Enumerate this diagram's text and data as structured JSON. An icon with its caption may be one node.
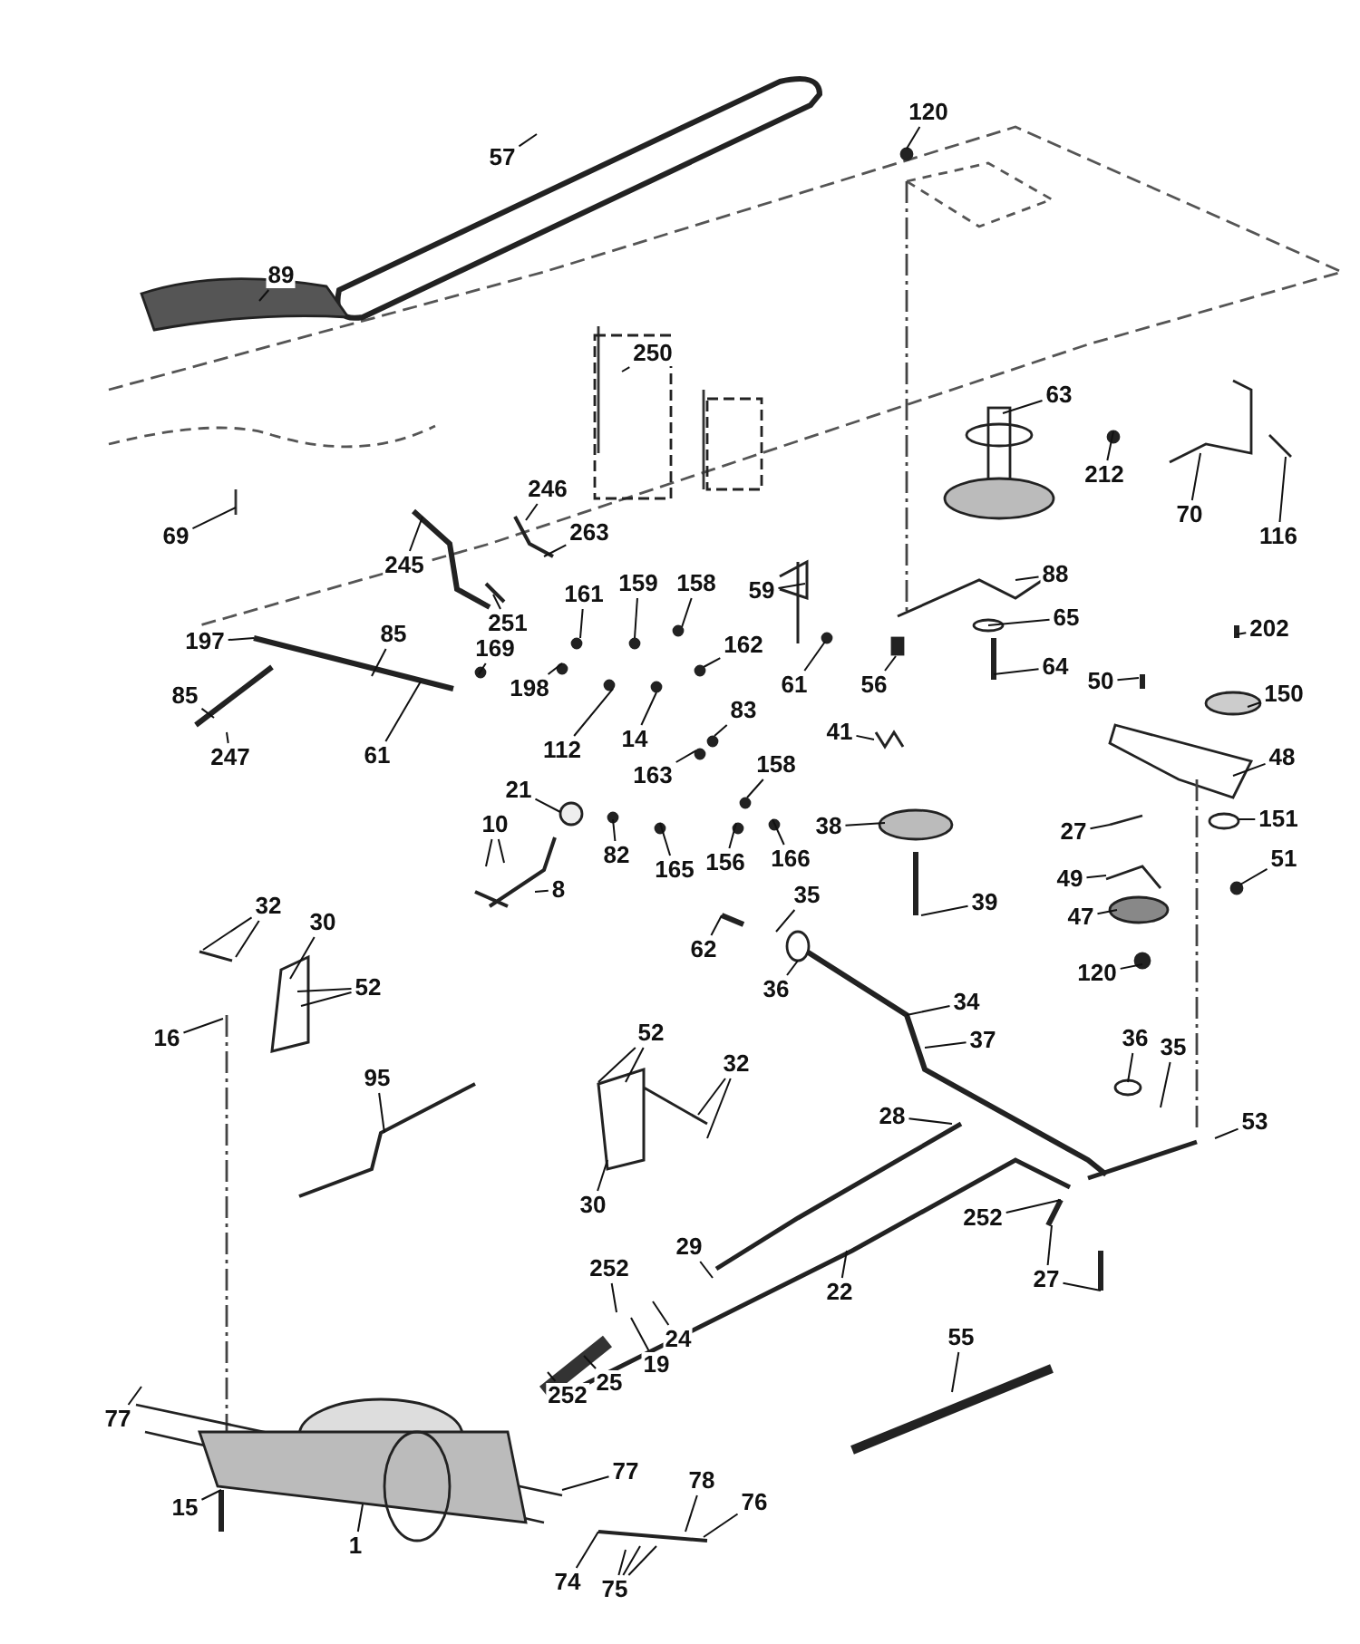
{
  "diagram": {
    "nodes": [
      {
        "text": [
          "57"
        ]
      },
      {
        "text": [
          "120"
        ]
      },
      {
        "text": [
          "89"
        ]
      },
      {
        "text": [
          "250"
        ]
      },
      {
        "text": [
          "63"
        ]
      },
      {
        "text": [
          "212"
        ]
      },
      {
        "text": [
          "70"
        ]
      },
      {
        "text": [
          "116"
        ]
      },
      {
        "text": [
          "69"
        ]
      },
      {
        "text": [
          "246"
        ]
      },
      {
        "text": [
          "263"
        ]
      },
      {
        "text": [
          "245"
        ]
      },
      {
        "text": [
          "59"
        ]
      },
      {
        "text": [
          "88"
        ]
      },
      {
        "text": [
          "65"
        ]
      },
      {
        "text": [
          "64"
        ]
      },
      {
        "text": [
          "197"
        ]
      },
      {
        "text": [
          "85"
        ]
      },
      {
        "text": [
          "251"
        ]
      },
      {
        "text": [
          "161"
        ]
      },
      {
        "text": [
          "159"
        ]
      },
      {
        "text": [
          "158"
        ]
      },
      {
        "text": [
          "162"
        ]
      },
      {
        "text": [
          "169"
        ]
      },
      {
        "text": [
          "198"
        ]
      },
      {
        "text": [
          "61"
        ]
      },
      {
        "text": [
          "56"
        ]
      },
      {
        "text": [
          "41"
        ]
      },
      {
        "text": [
          "50"
        ]
      },
      {
        "text": [
          "202"
        ]
      },
      {
        "text": [
          "150"
        ]
      },
      {
        "text": [
          "48"
        ]
      },
      {
        "text": [
          "85"
        ]
      },
      {
        "text": [
          "247"
        ]
      },
      {
        "text": [
          "61"
        ]
      },
      {
        "text": [
          "112"
        ]
      },
      {
        "text": [
          "14"
        ]
      },
      {
        "text": [
          "83"
        ]
      },
      {
        "text": [
          "163"
        ]
      },
      {
        "text": [
          "21"
        ]
      },
      {
        "text": [
          "82"
        ]
      },
      {
        "text": [
          "158"
        ]
      },
      {
        "text": [
          "165"
        ]
      },
      {
        "text": [
          "156"
        ]
      },
      {
        "text": [
          "166"
        ]
      },
      {
        "text": [
          "10"
        ]
      },
      {
        "text": [
          "8"
        ]
      },
      {
        "text": [
          "38"
        ]
      },
      {
        "text": [
          "27"
        ]
      },
      {
        "text": [
          "151"
        ]
      },
      {
        "text": [
          "51"
        ]
      },
      {
        "text": [
          "49"
        ]
      },
      {
        "text": [
          "47"
        ]
      },
      {
        "text": [
          "39"
        ]
      },
      {
        "text": [
          "120"
        ]
      },
      {
        "text": [
          "35"
        ]
      },
      {
        "text": [
          "62"
        ]
      },
      {
        "text": [
          "36"
        ]
      },
      {
        "text": [
          "34"
        ]
      },
      {
        "text": [
          "37"
        ]
      },
      {
        "text": [
          "36"
        ]
      },
      {
        "text": [
          "35"
        ]
      },
      {
        "text": [
          "53"
        ]
      },
      {
        "text": [
          "28"
        ]
      },
      {
        "text": [
          "252"
        ]
      },
      {
        "text": [
          "27"
        ]
      },
      {
        "text": [
          "29"
        ]
      },
      {
        "text": [
          "22"
        ]
      },
      {
        "text": [
          "55"
        ]
      },
      {
        "text": [
          "252"
        ]
      },
      {
        "text": [
          "24"
        ]
      },
      {
        "text": [
          "19"
        ]
      },
      {
        "text": [
          "25"
        ]
      },
      {
        "text": [
          "252"
        ]
      },
      {
        "text": [
          "30"
        ]
      },
      {
        "text": [
          "32"
        ]
      },
      {
        "text": [
          "52"
        ]
      },
      {
        "text": [
          "16"
        ]
      },
      {
        "text": [
          "95"
        ]
      },
      {
        "text": [
          "52"
        ]
      },
      {
        "text": [
          "32"
        ]
      },
      {
        "text": [
          "30"
        ]
      },
      {
        "text": [
          "77"
        ]
      },
      {
        "text": [
          "15"
        ]
      },
      {
        "text": [
          "1"
        ]
      },
      {
        "text": [
          "77"
        ]
      },
      {
        "text": [
          "74"
        ]
      },
      {
        "text": [
          "75"
        ]
      },
      {
        "text": [
          "78"
        ]
      },
      {
        "text": [
          "76"
        ]
      }
    ],
    "edges": [
      {
        "from": 0,
        "to": null,
        "arrow": "none"
      },
      {
        "from": 1,
        "to": null,
        "arrow": "none"
      },
      {
        "from": 2,
        "to": null,
        "arrow": "none"
      },
      {
        "from": 3,
        "to": null,
        "arrow": "none"
      },
      {
        "from": 4,
        "to": null,
        "arrow": "none"
      },
      {
        "from": 5,
        "to": null,
        "arrow": "none"
      },
      {
        "from": 6,
        "to": null,
        "arrow": "none"
      },
      {
        "from": 7,
        "to": null,
        "arrow": "none"
      },
      {
        "from": 8,
        "to": null,
        "arrow": "none"
      },
      {
        "from": 9,
        "to": null,
        "arrow": "none"
      },
      {
        "from": 10,
        "to": null,
        "arrow": "none"
      },
      {
        "from": 11,
        "to": null,
        "arrow": "none"
      },
      {
        "from": 12,
        "to": null,
        "arrow": "none"
      },
      {
        "from": 13,
        "to": null,
        "arrow": "none"
      },
      {
        "from": 14,
        "to": null,
        "arrow": "none"
      },
      {
        "from": 15,
        "to": null,
        "arrow": "none"
      },
      {
        "from": 16,
        "to": null,
        "arrow": "none"
      },
      {
        "from": 17,
        "to": null,
        "arrow": "none"
      },
      {
        "from": 18,
        "to": null,
        "arrow": "none"
      },
      {
        "from": 19,
        "to": null,
        "arrow": "none"
      },
      {
        "from": 20,
        "to": null,
        "arrow": "none"
      },
      {
        "from": 21,
        "to": null,
        "arrow": "none"
      },
      {
        "from": 22,
        "to": null,
        "arrow": "none"
      },
      {
        "from": 23,
        "to": null,
        "arrow": "none"
      },
      {
        "from": 24,
        "to": null,
        "arrow": "none"
      },
      {
        "from": 25,
        "to": null,
        "arrow": "none"
      },
      {
        "from": 26,
        "to": null,
        "arrow": "none"
      },
      {
        "from": 27,
        "to": null,
        "arrow": "none"
      },
      {
        "from": 28,
        "to": null,
        "arrow": "none"
      },
      {
        "from": 29,
        "to": null,
        "arrow": "none"
      },
      {
        "from": 30,
        "to": null,
        "arrow": "none"
      },
      {
        "from": 31,
        "to": null,
        "arrow": "none"
      },
      {
        "from": 32,
        "to": null,
        "arrow": "none"
      },
      {
        "from": 33,
        "to": null,
        "arrow": "none"
      },
      {
        "from": 34,
        "to": null,
        "arrow": "none"
      },
      {
        "from": 35,
        "to": null,
        "arrow": "none"
      },
      {
        "from": 36,
        "to": null,
        "arrow": "none"
      },
      {
        "from": 37,
        "to": null,
        "arrow": "none"
      },
      {
        "from": 38,
        "to": null,
        "arrow": "none"
      },
      {
        "from": 39,
        "to": null,
        "arrow": "none"
      },
      {
        "from": 40,
        "to": null,
        "arrow": "none"
      },
      {
        "from": 41,
        "to": null,
        "arrow": "none"
      },
      {
        "from": 42,
        "to": null,
        "arrow": "none"
      },
      {
        "from": 43,
        "to": null,
        "arrow": "none"
      },
      {
        "from": 44,
        "to": null,
        "arrow": "none"
      },
      {
        "from": 45,
        "to": null,
        "arrow": "none"
      },
      {
        "from": 45,
        "to": null,
        "arrow": "none"
      },
      {
        "from": 46,
        "to": null,
        "arrow": "none"
      },
      {
        "from": 47,
        "to": null,
        "arrow": "none"
      },
      {
        "from": 48,
        "to": null,
        "arrow": "none"
      },
      {
        "from": 49,
        "to": null,
        "arrow": "none"
      },
      {
        "from": 50,
        "to": null,
        "arrow": "none"
      },
      {
        "from": 51,
        "to": null,
        "arrow": "none"
      },
      {
        "from": 52,
        "to": null,
        "arrow": "none"
      },
      {
        "from": 53,
        "to": null,
        "arrow": "none"
      },
      {
        "from": 54,
        "to": null,
        "arrow": "none"
      },
      {
        "from": 55,
        "to": null,
        "arrow": "none"
      },
      {
        "from": 56,
        "to": null,
        "arrow": "none"
      },
      {
        "from": 57,
        "to": null,
        "arrow": "none"
      },
      {
        "from": 58,
        "to": null,
        "arrow": "none"
      },
      {
        "from": 59,
        "to": null,
        "arrow": "none"
      },
      {
        "from": 60,
        "to": null,
        "arrow": "none"
      },
      {
        "from": 61,
        "to": null,
        "arrow": "none"
      },
      {
        "from": 62,
        "to": null,
        "arrow": "none"
      },
      {
        "from": 63,
        "to": null,
        "arrow": "none"
      },
      {
        "from": 64,
        "to": null,
        "arrow": "none"
      },
      {
        "from": 65,
        "to": null,
        "arrow": "none"
      },
      {
        "from": 65,
        "to": null,
        "arrow": "none"
      },
      {
        "from": 66,
        "to": null,
        "arrow": "none"
      },
      {
        "from": 67,
        "to": null,
        "arrow": "none"
      },
      {
        "from": 68,
        "to": null,
        "arrow": "none"
      },
      {
        "from": 69,
        "to": null,
        "arrow": "none"
      },
      {
        "from": 70,
        "to": null,
        "arrow": "none"
      },
      {
        "from": 71,
        "to": null,
        "arrow": "none"
      },
      {
        "from": 72,
        "to": null,
        "arrow": "none"
      },
      {
        "from": 73,
        "to": null,
        "arrow": "none"
      },
      {
        "from": 74,
        "to": null,
        "arrow": "none"
      },
      {
        "from": 75,
        "to": null,
        "arrow": "none"
      },
      {
        "from": 75,
        "to": null,
        "arrow": "none"
      },
      {
        "from": 76,
        "to": null,
        "arrow": "none"
      },
      {
        "from": 76,
        "to": null,
        "arrow": "none"
      },
      {
        "from": 77,
        "to": null,
        "arrow": "none"
      },
      {
        "from": 78,
        "to": null,
        "arrow": "none"
      },
      {
        "from": 79,
        "to": null,
        "arrow": "none"
      },
      {
        "from": 79,
        "to": null,
        "arrow": "none"
      },
      {
        "from": 80,
        "to": null,
        "arrow": "none"
      },
      {
        "from": 80,
        "to": null,
        "arrow": "none"
      },
      {
        "from": 81,
        "to": null,
        "arrow": "none"
      },
      {
        "from": 82,
        "to": null,
        "arrow": "none"
      },
      {
        "from": 83,
        "to": null,
        "arrow": "none"
      },
      {
        "from": 84,
        "to": null,
        "arrow": "none"
      },
      {
        "from": 85,
        "to": null,
        "arrow": "none"
      },
      {
        "from": 86,
        "to": null,
        "arrow": "none"
      },
      {
        "from": 87,
        "to": null,
        "arrow": "none"
      },
      {
        "from": 87,
        "to": null,
        "arrow": "none"
      },
      {
        "from": 87,
        "to": null,
        "arrow": "none"
      },
      {
        "from": 88,
        "to": null,
        "arrow": "none"
      },
      {
        "from": 89,
        "to": null,
        "arrow": "none"
      }
    ]
  }
}
